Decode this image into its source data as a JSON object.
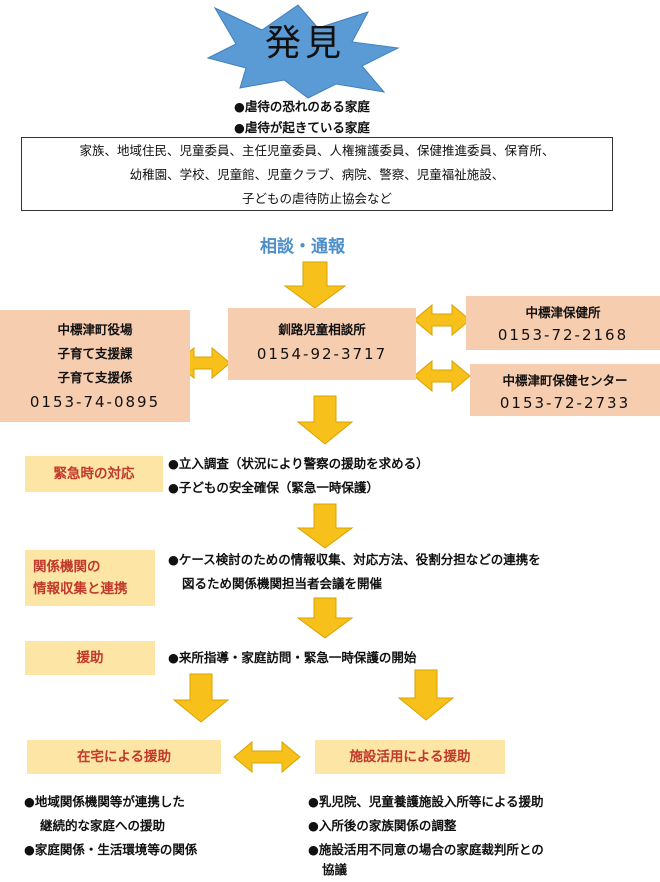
{
  "discovery": {
    "title": "発見",
    "bullets": [
      "●虐待の恐れのある家庭",
      "●虐待が起きている家庭"
    ]
  },
  "reporters": {
    "lines": [
      "家族、地域住民、児童委員、主任児童委員、人権擁護委員、保健推進委員、保育所、",
      "幼稚園、学校、児童館、児童クラブ、病院、警察、児童福祉施設、",
      "子どもの虐待防止協会など"
    ]
  },
  "consult_label": "相談・通報",
  "town_office": {
    "lines": [
      "中標津町役場",
      "子育て支援課",
      "子育て支援係"
    ],
    "phone": "0153-74-0895"
  },
  "child_center": {
    "name": "釧路児童相談所",
    "phone": "0154-92-3717"
  },
  "health_office": {
    "name": "中標津保健所",
    "phone": "0153-72-2168"
  },
  "health_center": {
    "name": "中標津町保健センター",
    "phone": "0153-72-2733"
  },
  "emergency": {
    "label": "緊急時の対応",
    "items": [
      "●立入調査（状況により警察の援助を求める）",
      "●子どもの安全確保（緊急一時保護）"
    ]
  },
  "cooperation": {
    "label_lines": [
      "関係機関の",
      "情報収集と連携"
    ],
    "items": [
      "●ケース検討のための情報収集、対応方法、役割分担などの連携を",
      "図るため関係機関担当者会議を開催"
    ]
  },
  "support": {
    "label": "援助",
    "item": "●来所指導・家庭訪問・緊急一時保護の開始"
  },
  "home_support": {
    "label": "在宅による援助",
    "items": [
      "●地域関係機関等が連携した",
      "継続的な家庭への援助",
      "●家庭関係・生活環境等の関係"
    ]
  },
  "facility_support": {
    "label": "施設活用による援助",
    "items": [
      "●乳児院、児童養護施設入所等による援助",
      "●入所後の家族関係の調整",
      "●施設活用不同意の場合の家庭裁判所との",
      "協議"
    ]
  },
  "colors": {
    "arrow": "#f7c01a",
    "arrow_edge": "#d9a300",
    "star": "#5b9bd5",
    "pink": "#f7cdb0",
    "yellow": "#fde5a5",
    "label_red": "#c0392b",
    "blue_text": "#4f8fc9"
  }
}
